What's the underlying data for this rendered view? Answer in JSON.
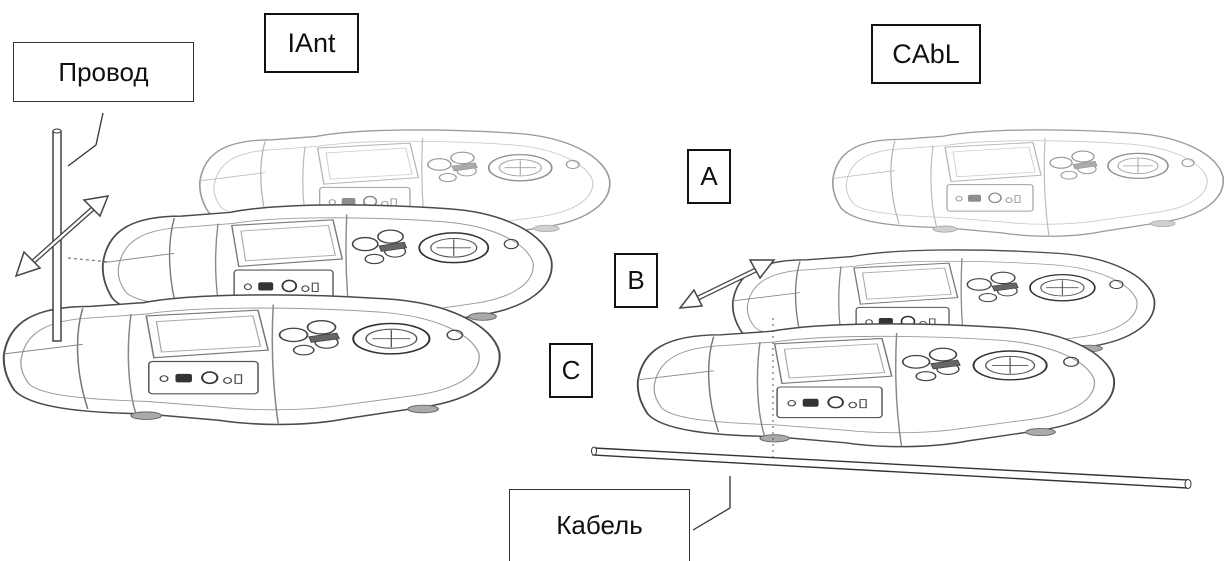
{
  "labels": {
    "wire": "Провод",
    "cable": "Кабель",
    "mode_left": "IAnt",
    "mode_right": "CAbL",
    "pos_a": "A",
    "pos_b": "B",
    "pos_c": "C"
  },
  "icons": {
    "device": "handheld-meter-icon",
    "arrow": "double-arrow-icon"
  }
}
